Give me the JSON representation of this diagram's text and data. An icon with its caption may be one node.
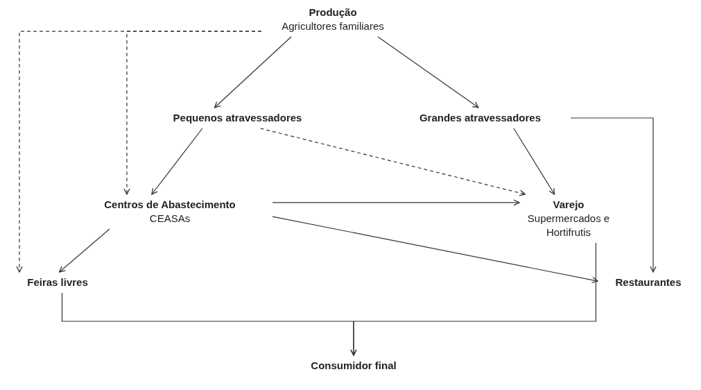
{
  "diagram": {
    "nodes": [
      {
        "text": [
          "Produção",
          "Agricultores familiares"
        ]
      },
      {
        "text": [
          "Pequenos atravessadores"
        ]
      },
      {
        "text": [
          "Grandes atravessadores"
        ]
      },
      {
        "text": [
          "Centros de Abastecimento",
          "CEASAs"
        ]
      },
      {
        "text": [
          "Varejo",
          "Supermercados e Hortifrutis"
        ]
      },
      {
        "text": [
          "Feiras livres"
        ]
      },
      {
        "text": [
          "Restaurantes"
        ]
      },
      {
        "text": [
          "Consumidor final"
        ]
      }
    ],
    "edges": [
      {
        "from": 0,
        "to": 5,
        "arrow": "to",
        "style": "dashed"
      },
      {
        "from": 0,
        "to": 3,
        "arrow": "to",
        "style": "dashed"
      },
      {
        "from": 0,
        "to": 1,
        "arrow": "to"
      },
      {
        "from": 0,
        "to": 2,
        "arrow": "to"
      },
      {
        "from": 1,
        "to": 3,
        "arrow": "to"
      },
      {
        "from": 1,
        "to": 4,
        "arrow": "to",
        "style": "dashed"
      },
      {
        "from": 2,
        "to": 4,
        "arrow": "to"
      },
      {
        "from": 2,
        "to": 6,
        "arrow": "to"
      },
      {
        "from": 3,
        "to": 4,
        "arrow": "to"
      },
      {
        "from": 3,
        "to": 6,
        "arrow": "to"
      },
      {
        "from": 3,
        "to": 5,
        "arrow": "to"
      },
      {
        "from": 5,
        "to": 7,
        "arrow": "to"
      },
      {
        "from": 4,
        "to": 7,
        "arrow": "to"
      }
    ]
  }
}
